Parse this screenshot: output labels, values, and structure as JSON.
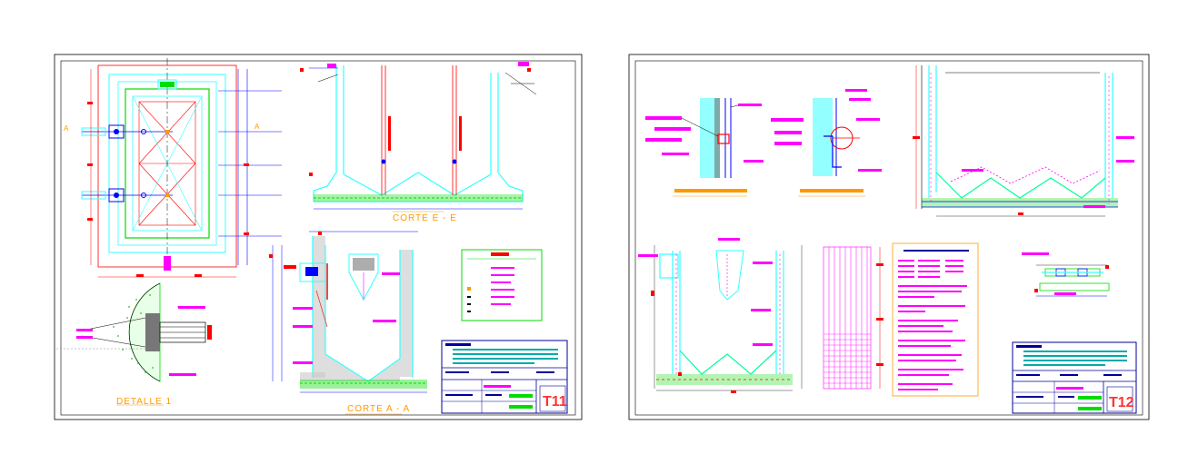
{
  "colors": {
    "frame": "#000000",
    "cyan": "#33ffff",
    "magenta": "#ff00ff",
    "red": "#ff0000",
    "green": "#00dd00",
    "blue": "#0000ff",
    "navy": "#000099",
    "orange": "#ff9900",
    "concrete": "#a0a0a0"
  },
  "sheet1": {
    "section_e_title": "CORTE E - E",
    "detail_title": "DETALLE 1",
    "section_a_title": "CORTE A - A",
    "plan_axis_left": "A",
    "plan_axis_right": "A",
    "sheet_number": "T11"
  },
  "sheet2": {
    "sheet_number": "T12"
  }
}
